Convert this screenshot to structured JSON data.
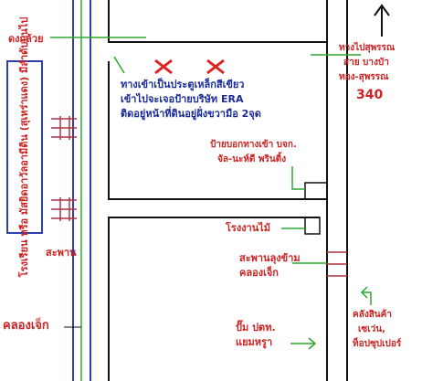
{
  "labels": {
    "dong_kluay": "ดงกล้วย",
    "entrance_line1": "ทางเข้าเป็นประตูเหล็กสีเขียว",
    "entrance_line2": "เข้าไปจะเจอป้ายบริษัท ERA",
    "entrance_line3": "ติดอยู่หน้าที่ดินอยู่ฝั่งขวามือ 2จุด",
    "sign_line1": "ป้ายบอกทางเข้า บจก.",
    "sign_line2": "จัล-นะห์ดี พรินติ้ง",
    "sawmill": "โรงงานไม้",
    "bridge_left": "สะพาน",
    "bridge_across_line1": "สะพานลุงข้าม",
    "bridge_across_line2": "คลองเจ็ก",
    "khlong_jek": "คลองเจ็ก",
    "ptt_line1": "ปั๊ม ปตท.",
    "ptt_line2": "แยมหรูา",
    "road_line1": "ทางไปสุพรรณ",
    "road_line2": "สาย บางบัา",
    "road_line3": "ทอง-สุพรรณ",
    "road_number": "340",
    "warehouse_line1": "คลังสินค้า",
    "warehouse_line2": "เซเว่น,",
    "warehouse_line3": "ท็อปซุปเปอร์",
    "school_vertical": "โรงเรียน หรือ มัสยิดอาวัลอามีดิน (สุเหร่าแดง) มีลำดับบนไป"
  },
  "colors": {
    "road": "#2b3fb0",
    "pointer": "#2ea82e",
    "text_red": "#cc2222",
    "text_blue": "#1a2a9a",
    "marker": "#dd2222",
    "bridge": "#b03040"
  }
}
